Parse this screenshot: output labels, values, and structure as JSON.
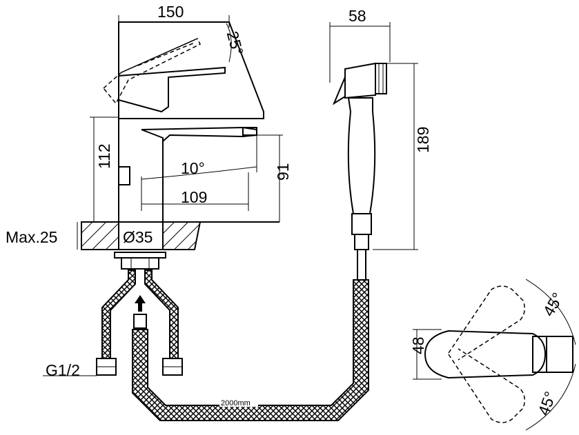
{
  "dimensions": {
    "width_top": "150",
    "lever_angle": "25°",
    "height_body": "112",
    "spout_angle": "10°",
    "spout_height": "91",
    "spout_reach": "109",
    "max_counter": "Max.25",
    "hole_diameter": "Ø35",
    "thread": "G1/2",
    "shower_width": "58",
    "shower_height": "189",
    "hose_length": "2000mm",
    "handle_width": "48",
    "rotate_angle_top": "45°",
    "rotate_angle_bottom": "45°"
  },
  "colors": {
    "line": "#000000",
    "background": "#ffffff"
  }
}
